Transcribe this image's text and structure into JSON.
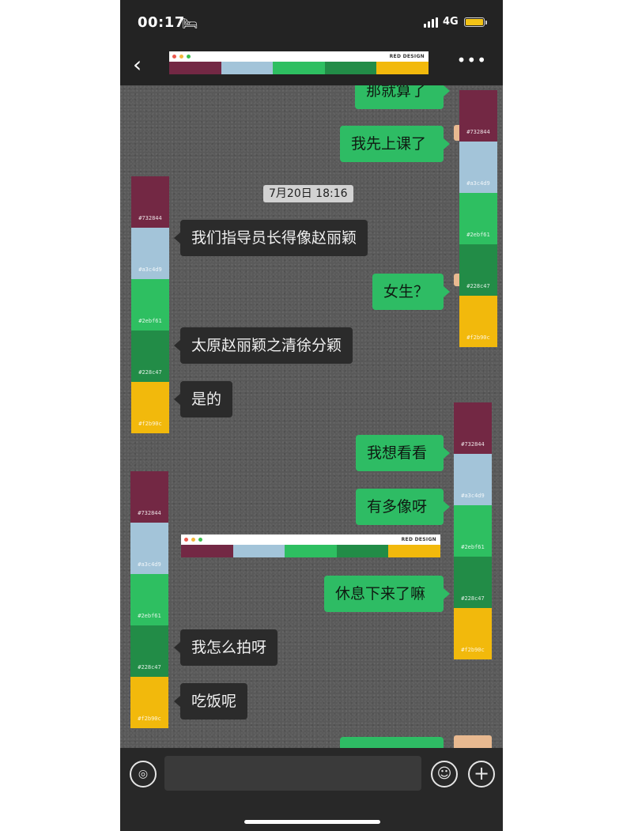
{
  "status_bar": {
    "time": "00:17",
    "network": "4G",
    "bed_icon": "bed-icon",
    "battery_color": "#f3c316"
  },
  "nav": {
    "back_icon": "chevron-left-icon",
    "more": "•••",
    "banner_brand": "RED DESIGN"
  },
  "palette": {
    "colors": [
      "#732844",
      "#a3c4d9",
      "#2ebf61",
      "#228c47",
      "#f2b90c"
    ],
    "labels": [
      "#732844",
      "#a3c4d9",
      "#2ebf61",
      "#228c47",
      "#f2b90c"
    ]
  },
  "chat": {
    "timestamp": "7月20日 18:16",
    "messages": [
      {
        "side": "out",
        "text": "那就算了"
      },
      {
        "side": "out",
        "text": "我先上课了"
      },
      {
        "side": "in",
        "text": "我们指导员长得像赵丽颖"
      },
      {
        "side": "out",
        "text": "女生？"
      },
      {
        "side": "in",
        "text": "太原赵丽颖之清徐分颖"
      },
      {
        "side": "in",
        "text": "是的"
      },
      {
        "side": "out",
        "text": "我想看看"
      },
      {
        "side": "out",
        "text": "有多像呀"
      },
      {
        "side": "out",
        "text": "休息下来了嘛"
      },
      {
        "side": "in",
        "text": "我怎么拍呀"
      },
      {
        "side": "in",
        "text": "吃饭呢"
      }
    ],
    "mid_banner_brand": "RED DESIGN"
  },
  "input_bar": {
    "voice_icon": "voice-icon",
    "emoji_icon": "emoji-icon",
    "plus_icon": "plus-icon",
    "placeholder": ""
  }
}
